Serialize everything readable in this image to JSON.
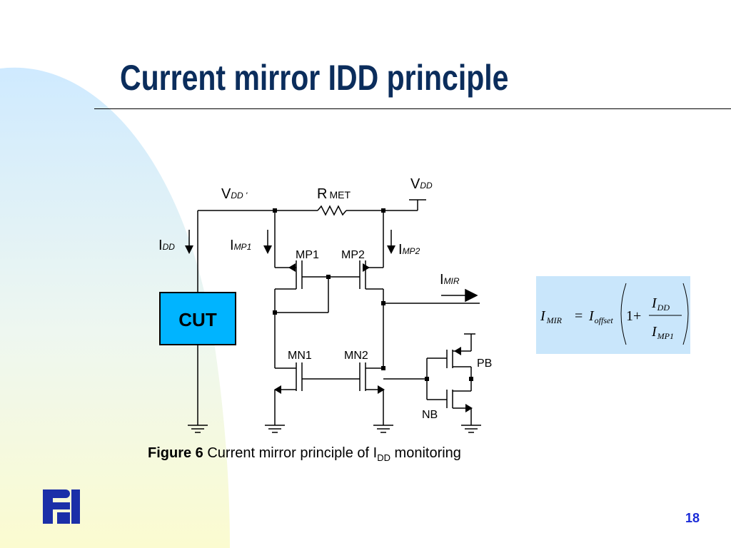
{
  "slide": {
    "title": "Current mirror IDD principle",
    "page_number": "18"
  },
  "circuit": {
    "vdd_prime_v": "V",
    "vdd_prime_sub": "DD '",
    "r_met_r": "R",
    "r_met_sub": "MET",
    "vdd_v": "V",
    "vdd_sub": "DD",
    "idd_i": "I",
    "idd_sub": "DD",
    "imp1_i": "I",
    "imp1_sub": "MP1",
    "imp2_i": "I",
    "imp2_sub": "MP2",
    "imir_i": "I",
    "imir_sub": "MIR",
    "mp1": "MP1",
    "mp2": "MP2",
    "mn1": "MN1",
    "mn2": "MN2",
    "cut": "CUT",
    "pb": "PB",
    "nb": "NB"
  },
  "formula": {
    "lhs_i": "I",
    "lhs_sub": "MIR",
    "equals": "=",
    "offset_i": "I",
    "offset_sub": "offset",
    "one_plus": "1+",
    "num_i": "I",
    "num_sub": "DD",
    "den_i": "I",
    "den_sub": "MP1"
  },
  "caption": {
    "figure": "Figure 6",
    "text": " Current mirror principle of I",
    "sub": "DD",
    "tail": " monitoring"
  },
  "colors": {
    "title": "#0b2d5c",
    "cut_fill": "#00b4ff",
    "formula_bg": "#c9e6fb",
    "page_number": "#1a2bd8"
  }
}
